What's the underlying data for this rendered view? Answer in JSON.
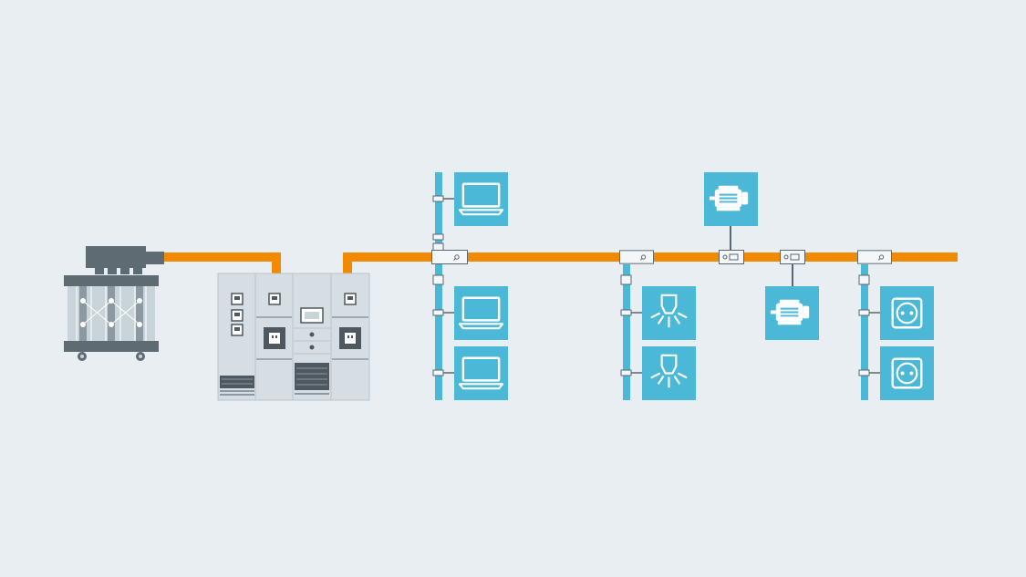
{
  "diagram": {
    "background": "#e9eef2",
    "colors": {
      "busbar": "#f28a00",
      "riser": "#4ab8d6",
      "tile": "#4ab8d6",
      "tile_icon": "#ffffff",
      "transformer_dark": "#5f6b73",
      "transformer_light": "#c9d3da",
      "switchgear_panel": "#d7dee3",
      "switchgear_dark": "#4e5860",
      "tapoff_box": "#f4f7f9",
      "line": "#5a6670"
    },
    "components": [
      {
        "id": "transformer",
        "icon": "transformer-icon"
      },
      {
        "id": "switchgear",
        "icon": "switchgear-icon"
      },
      {
        "id": "main-busway",
        "icon": "busbar"
      }
    ],
    "branches": [
      {
        "id": "branch-1",
        "loads_above": [
          "computer-icon"
        ],
        "loads_below": [
          "computer-icon",
          "computer-icon"
        ]
      },
      {
        "id": "branch-2",
        "loads_above": [],
        "loads_below": [
          "lighting-icon",
          "lighting-icon"
        ]
      },
      {
        "id": "branch-3a",
        "loads_above": [
          "motor-icon"
        ],
        "loads_below": []
      },
      {
        "id": "branch-3b",
        "loads_above": [],
        "loads_below": [
          "motor-icon"
        ]
      },
      {
        "id": "branch-4",
        "loads_above": [],
        "loads_below": [
          "socket-outlet-icon",
          "socket-outlet-icon"
        ]
      }
    ]
  }
}
